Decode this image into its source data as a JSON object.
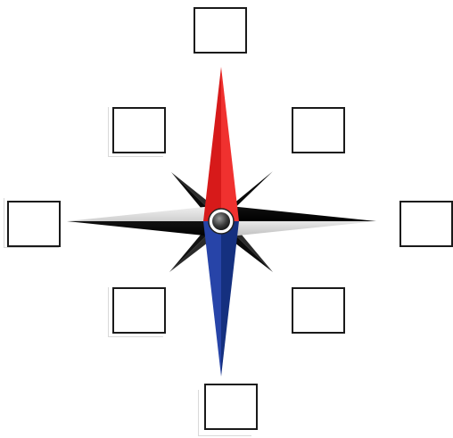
{
  "diagram": {
    "boxes": [
      {
        "id": "north",
        "label": ""
      },
      {
        "id": "northeast",
        "label": ""
      },
      {
        "id": "east",
        "label": ""
      },
      {
        "id": "southeast",
        "label": ""
      },
      {
        "id": "south",
        "label": ""
      },
      {
        "id": "southwest",
        "label": ""
      },
      {
        "id": "west",
        "label": ""
      },
      {
        "id": "northwest",
        "label": ""
      }
    ],
    "colors": {
      "north_needle": "#e31d1d",
      "south_needle": "#1f3fa3",
      "east_west_dark": "#0d0d0d",
      "east_west_light": "#e6e6e6",
      "box_border": "#1a1a1a"
    },
    "icons": [
      "compass-rose-icon"
    ]
  }
}
